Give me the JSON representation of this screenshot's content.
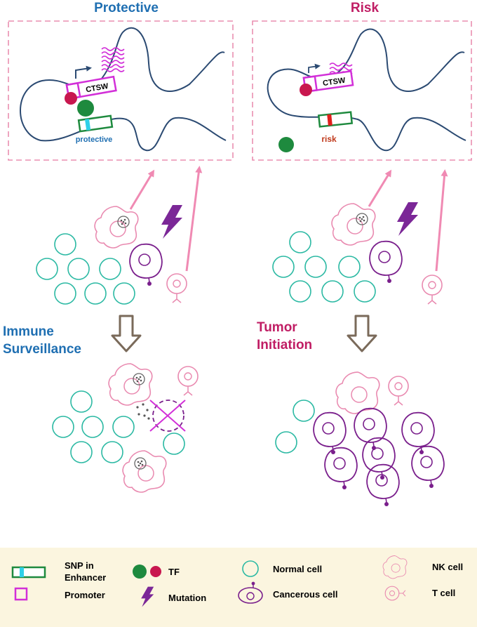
{
  "panels": {
    "left_title": "Protective",
    "right_title": "Risk",
    "gene_label": "CTSW",
    "left_allele": "protective",
    "right_allele": "risk"
  },
  "outcomes": {
    "left_line1": "Immune",
    "left_line2": "Surveillance",
    "right_line1": "Tumor",
    "right_line2": "Initiation"
  },
  "legend": {
    "snp_line1": "SNP in",
    "snp_line2": "Enhancer",
    "promoter": "Promoter",
    "tf": "TF",
    "mutation": "Mutation",
    "normal_cell": "Normal cell",
    "cancerous_cell": "Cancerous cell",
    "nk_cell": "NK cell",
    "t_cell": "T cell"
  },
  "colors": {
    "protective_title": "#1f6fb2",
    "risk_title": "#c01d64",
    "dna": "#2b4a72",
    "promoter": "#d22fd8",
    "enhancer": "#1e8a3e",
    "snp_protective": "#2fd0e8",
    "snp_risk": "#e0201c",
    "tf_green": "#1e8a3e",
    "tf_red": "#c8174f",
    "normal_cell": "#2bb9a3",
    "nk_cell": "#e98ab0",
    "cancer_cell": "#7a1f8c",
    "mutation": "#7b2797",
    "arrow_pink": "#f08ab3",
    "legend_bg": "#fbf5df"
  }
}
